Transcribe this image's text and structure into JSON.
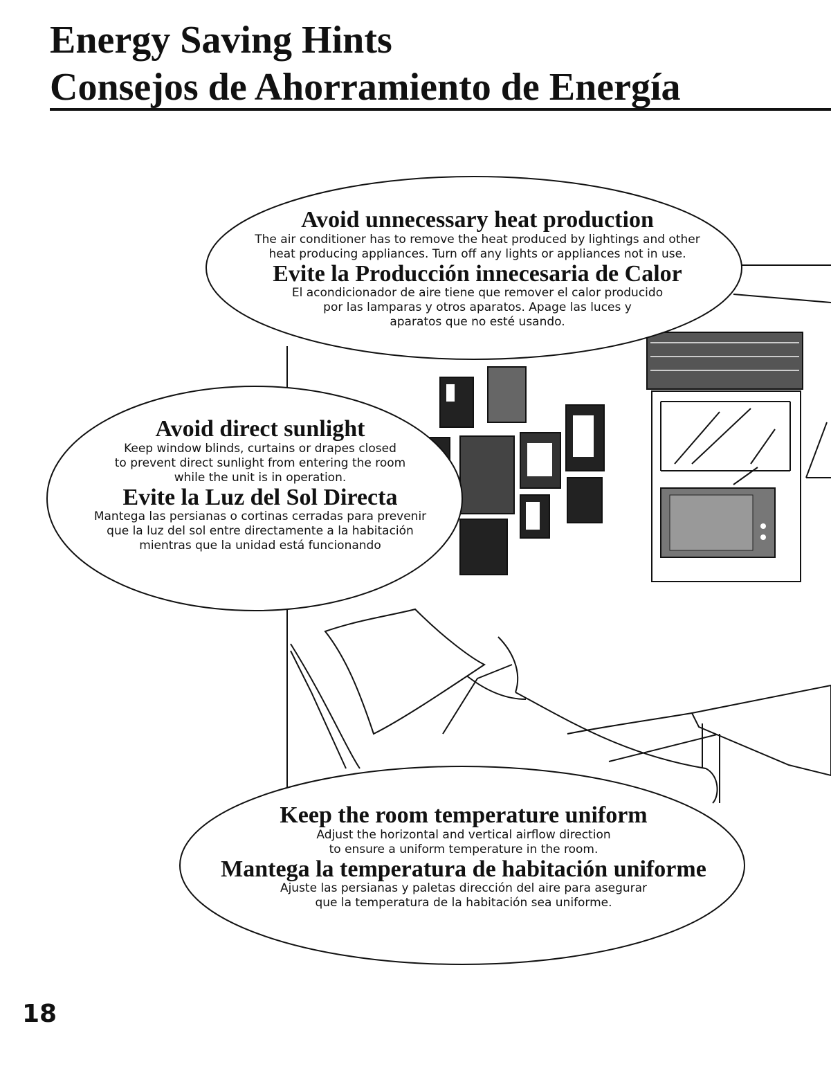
{
  "header": {
    "title_en": "Energy Saving Hints",
    "title_es": "Consejos de Ahorramiento de Energía"
  },
  "hints": [
    {
      "heading_en": "Avoid unnecessary heat production",
      "text_en": "The air conditioner has to remove the heat produced by lightings and other\nheat producing appliances. Turn off any lights or appliances not in use.",
      "heading_es": "Evite la Producción innecesaria de Calor",
      "text_es": "El acondicionador de aire tiene que remover el calor producido\npor las lamparas y otros aparatos. Apage las luces y\naparatos que no esté usando."
    },
    {
      "heading_en": "Avoid direct sunlight",
      "text_en": "Keep window blinds, curtains or drapes closed\nto prevent direct sunlight from entering the room\nwhile the unit is in operation.",
      "heading_es": "Evite la Luz del Sol Directa",
      "text_es": "Mantega las persianas o cortinas cerradas para prevenir\nque la luz del sol entre directamente a la habitación\nmientras que la unidad está funcionando"
    },
    {
      "heading_en": "Keep the room temperature uniform",
      "text_en": "Adjust the horizontal and vertical airflow direction\nto ensure a uniform temperature in the room.",
      "heading_es": "Mantega la temperatura de habitación uniforme",
      "text_es": "Ajuste las persianas y paletas dirección del aire para asegurar\nque la temperatura de la habitación sea uniforme."
    }
  ],
  "page_number": "18"
}
